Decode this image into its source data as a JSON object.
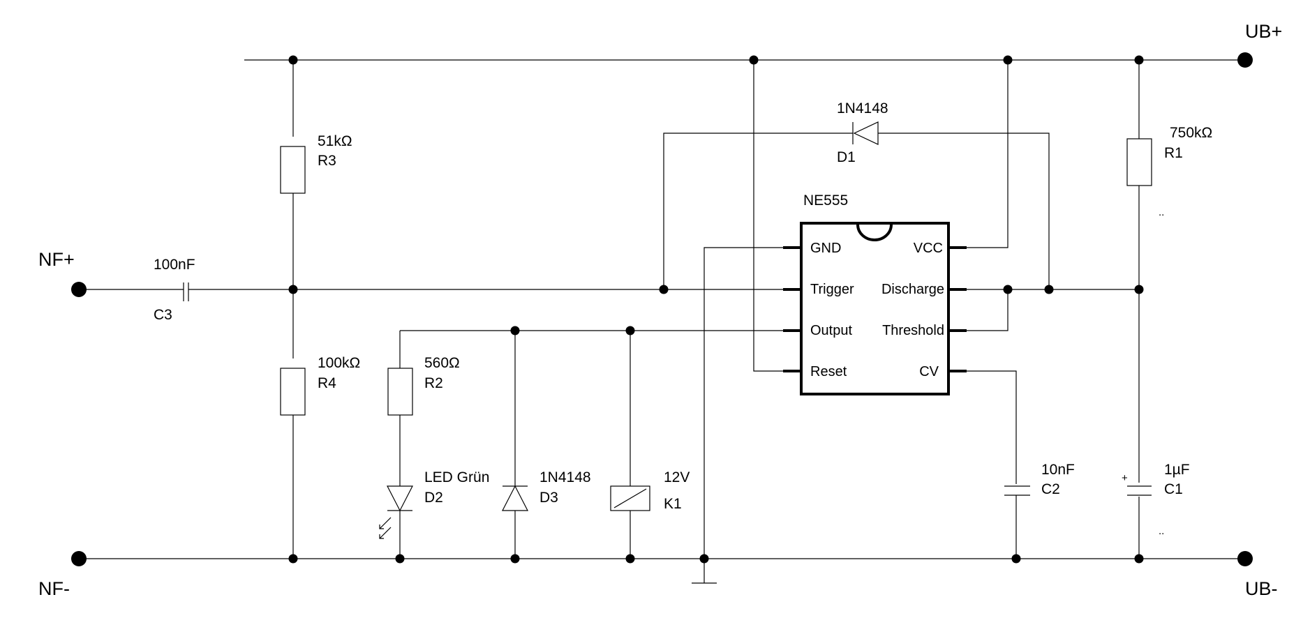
{
  "terminals": {
    "ub_plus": "UB+",
    "ub_minus": "UB-",
    "nf_plus": "NF+",
    "nf_minus": "NF-"
  },
  "ic": {
    "name": "NE555",
    "pins": {
      "gnd": "GND",
      "trigger": "Trigger",
      "output": "Output",
      "reset": "Reset",
      "vcc": "VCC",
      "discharge": "Discharge",
      "threshold": "Threshold",
      "cv": "CV"
    }
  },
  "components": {
    "r3": {
      "value": "51kΩ",
      "ref": "R3"
    },
    "r4": {
      "value": "100kΩ",
      "ref": "R4"
    },
    "r2": {
      "value": "560Ω",
      "ref": "R2"
    },
    "r1": {
      "value": "750kΩ",
      "ref": "R1",
      "note": ".."
    },
    "c3": {
      "value": "100nF",
      "ref": "C3"
    },
    "c2": {
      "value": "10nF",
      "ref": "C2"
    },
    "c1": {
      "value": "1µF",
      "ref": "C1",
      "note": "..",
      "polarity": "+"
    },
    "d1": {
      "value": "1N4148",
      "ref": "D1"
    },
    "d2": {
      "value": "LED Grün",
      "ref": "D2"
    },
    "d3": {
      "value": "1N4148",
      "ref": "D3"
    },
    "k1": {
      "value": "12V",
      "ref": "K1"
    }
  }
}
